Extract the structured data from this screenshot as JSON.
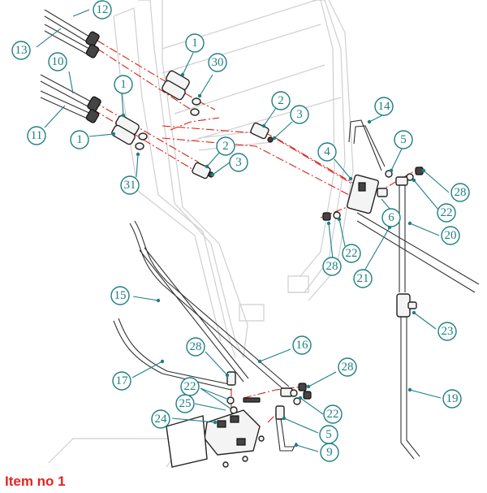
{
  "caption": "Item no 1",
  "callouts": [
    {
      "id": "c1a",
      "label": "1"
    },
    {
      "id": "c1b",
      "label": "1"
    },
    {
      "id": "c1c",
      "label": "1"
    },
    {
      "id": "c2a",
      "label": "2"
    },
    {
      "id": "c2b",
      "label": "2"
    },
    {
      "id": "c3a",
      "label": "3"
    },
    {
      "id": "c3b",
      "label": "3"
    },
    {
      "id": "c4",
      "label": "4"
    },
    {
      "id": "c5a",
      "label": "5"
    },
    {
      "id": "c5b",
      "label": "5"
    },
    {
      "id": "c6",
      "label": "6"
    },
    {
      "id": "c9",
      "label": "9"
    },
    {
      "id": "c10",
      "label": "10"
    },
    {
      "id": "c11",
      "label": "11"
    },
    {
      "id": "c12",
      "label": "12"
    },
    {
      "id": "c13",
      "label": "13"
    },
    {
      "id": "c14",
      "label": "14"
    },
    {
      "id": "c15",
      "label": "15"
    },
    {
      "id": "c16",
      "label": "16"
    },
    {
      "id": "c17",
      "label": "17"
    },
    {
      "id": "c19",
      "label": "19"
    },
    {
      "id": "c20",
      "label": "20"
    },
    {
      "id": "c21",
      "label": "21"
    },
    {
      "id": "c22a",
      "label": "22"
    },
    {
      "id": "c22b",
      "label": "22"
    },
    {
      "id": "c22c",
      "label": "22"
    },
    {
      "id": "c22d",
      "label": "22"
    },
    {
      "id": "c23",
      "label": "23"
    },
    {
      "id": "c24",
      "label": "24"
    },
    {
      "id": "c25",
      "label": "25"
    },
    {
      "id": "c28a",
      "label": "28"
    },
    {
      "id": "c28b",
      "label": "28"
    },
    {
      "id": "c28c",
      "label": "28"
    },
    {
      "id": "c28d",
      "label": "28"
    },
    {
      "id": "c30",
      "label": "30"
    },
    {
      "id": "c31",
      "label": "31"
    }
  ],
  "colors": {
    "callout": "#1f7f83",
    "centerline": "#d9231d",
    "caption": "#e8231e",
    "frame": "#cfcfcf"
  }
}
